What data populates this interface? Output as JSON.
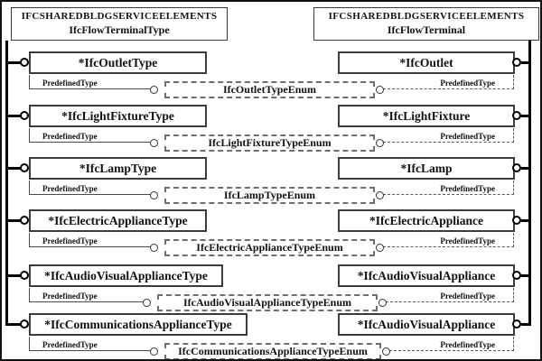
{
  "diagram": {
    "left_schema": {
      "line1": "IFCSHAREDBLDGSERVICEELEMENTS",
      "line2": "IfcFlowTerminalType"
    },
    "right_schema": {
      "line1": "IFCSHAREDBLDGSERVICEELEMENTS",
      "line2": "IfcFlowTerminal"
    },
    "attribute_label": "PredefinedType",
    "rows": [
      {
        "left": "*IfcOutletType",
        "enum": "IfcOutletTypeEnum",
        "right": "*IfcOutlet"
      },
      {
        "left": "*IfcLightFixtureType",
        "enum": "IfcLightFixtureTypeEnum",
        "right": "*IfcLightFixture"
      },
      {
        "left": "*IfcLampType",
        "enum": "IfcLampTypeEnum",
        "right": "*IfcLamp"
      },
      {
        "left": "*IfcElectricApplianceType",
        "enum": "IfcElectricApplianceTypeEnum",
        "right": "*IfcElectricAppliance"
      },
      {
        "left": "*IfcAudioVisualApplianceType",
        "enum": "IfcAudioVisualApplianceTypeEnum",
        "right": "*IfcAudioVisualAppliance"
      },
      {
        "left": "*IfcCommunicationsApplianceType",
        "enum": "IfcCommunicationsApplianceTypeEnum",
        "right": "*IfcAudioVisualAppliance"
      }
    ]
  }
}
